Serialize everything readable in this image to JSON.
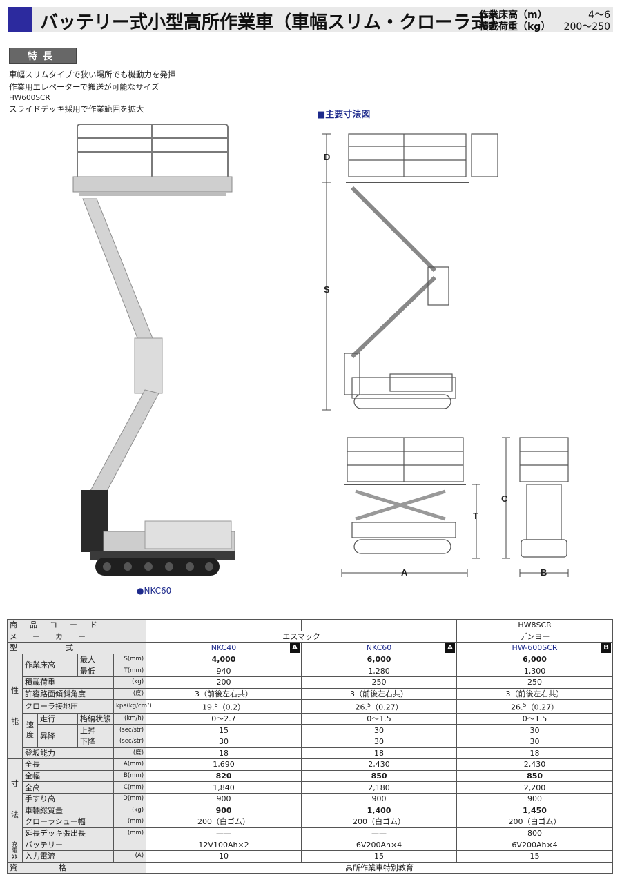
{
  "header": {
    "title": "バッテリー式小型高所作業車（車幅スリム・クローラ式）",
    "spec1_label": "作業床高（m）",
    "spec1_value": "4〜6",
    "spec2_label": "積載荷重（kg）",
    "spec2_value": "200〜250"
  },
  "features": {
    "badge": "特長",
    "lines": [
      "車幅スリムタイプで狭い場所でも機動力を発揮",
      "作業用エレベーターで搬送が可能なサイズ",
      "HW600SCR",
      "スライドデッキ採用で作業範囲を拡大"
    ]
  },
  "photo": {
    "caption": "●NKC60"
  },
  "diagram": {
    "title": "■主要寸法図",
    "labels": {
      "D": "D",
      "S": "S",
      "T": "T",
      "C": "C",
      "A": "A",
      "B": "B"
    }
  },
  "table": {
    "product_code_label": "商品コード",
    "maker_label": "メーカー",
    "model_label": "型式",
    "product_codes": [
      "",
      "",
      "HW8SCR"
    ],
    "maker_left": "エスマック",
    "maker_right": "デンヨー",
    "models": [
      {
        "name": "NKC40",
        "badge": "A"
      },
      {
        "name": "NKC60",
        "badge": "A"
      },
      {
        "name": "HW-600SCR",
        "badge": "B"
      }
    ],
    "cat_performance": [
      "性",
      "能"
    ],
    "cat_dimension": [
      "寸",
      "法"
    ],
    "cat_charger": "充電器",
    "rows": {
      "floor_height": "作業床高",
      "max": "最大",
      "max_unit": "S(mm)",
      "min": "最低",
      "min_unit": "T(mm)",
      "load": "積載荷重",
      "load_unit": "(kg)",
      "slope": "許容路面傾斜角度",
      "slope_unit": "(度)",
      "ground_pressure": "クローラ接地圧",
      "ground_pressure_unit": "kpa(kg/cm²)",
      "speed": "速度",
      "travel": "走行",
      "stowed": "格納状態",
      "stowed_unit": "(km/h)",
      "lift": "昇降",
      "up": "上昇",
      "up_unit": "(sec/str)",
      "down": "下降",
      "down_unit": "(sec/str)",
      "climb": "登坂能力",
      "climb_unit": "(度)",
      "length": "全長",
      "length_unit": "A(mm)",
      "width": "全幅",
      "width_unit": "B(mm)",
      "height": "全高",
      "height_unit": "C(mm)",
      "rail": "手すり高",
      "rail_unit": "D(mm)",
      "weight": "車輛総質量",
      "weight_unit": "(kg)",
      "shoe": "クローラシュー幅",
      "shoe_unit": "(mm)",
      "deck": "延長デッキ張出長",
      "deck_unit": "(mm)",
      "battery": "バッテリー",
      "current": "入力電流",
      "current_unit": "(A)",
      "license": "資格"
    },
    "values": {
      "max": [
        "4,000",
        "6,000",
        "6,000"
      ],
      "min": [
        "940",
        "1,280",
        "1,300"
      ],
      "load": [
        "200",
        "250",
        "250"
      ],
      "slope": [
        "3（前後左右共）",
        "3（前後左右共）",
        "3（前後左右共）"
      ],
      "ground_main": [
        "19.",
        "26.",
        "26."
      ],
      "ground_sup": [
        "6",
        "5",
        "5"
      ],
      "ground_tail": [
        "（0.2）",
        "（0.27）",
        "（0.27）"
      ],
      "stowed": [
        "0〜2.7",
        "0〜1.5",
        "0〜1.5"
      ],
      "up": [
        "15",
        "30",
        "30"
      ],
      "down": [
        "30",
        "30",
        "30"
      ],
      "climb": [
        "18",
        "18",
        "18"
      ],
      "length": [
        "1,690",
        "2,430",
        "2,430"
      ],
      "width": [
        "820",
        "850",
        "850"
      ],
      "height": [
        "1,840",
        "2,180",
        "2,200"
      ],
      "rail": [
        "900",
        "900",
        "900"
      ],
      "weight": [
        "900",
        "1,400",
        "1,450"
      ],
      "shoe": [
        "200（白ゴム）",
        "200（白ゴム）",
        "200（白ゴム）"
      ],
      "deck": [
        "——",
        "——",
        "800"
      ],
      "battery": [
        "12V100Ah×2",
        "6V200Ah×4",
        "6V200Ah×4"
      ],
      "current": [
        "10",
        "15",
        "15"
      ],
      "license": "高所作業車特別教育"
    }
  }
}
